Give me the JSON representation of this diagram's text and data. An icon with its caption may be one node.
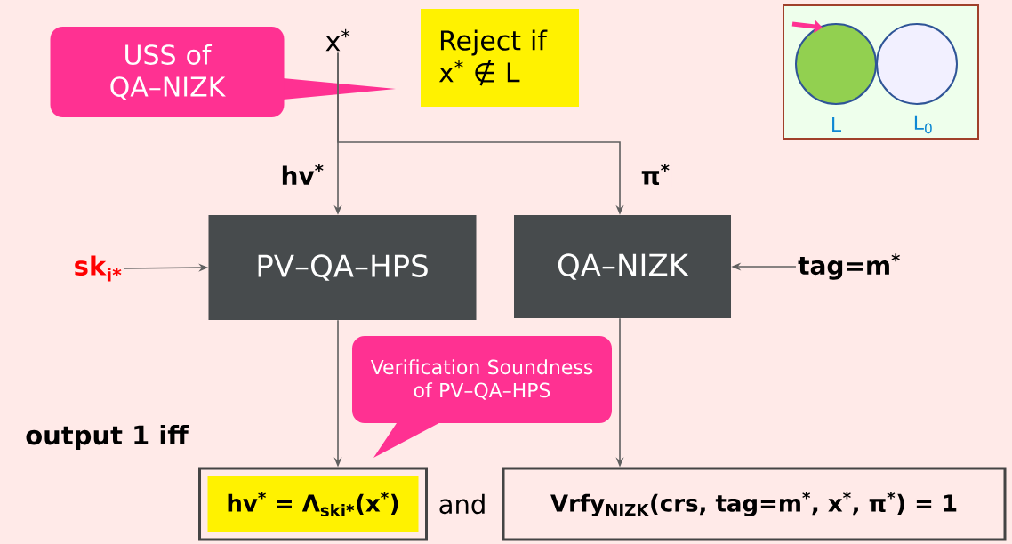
{
  "diagram": {
    "nodes": [
      {
        "text": [
          "USS of QA–NIZK"
        ]
      },
      {
        "text": [
          "x$^{*}$"
        ]
      },
      {
        "text": [
          "Reject if x$^{*}$ ∉ L"
        ]
      },
      {
        "text": [
          "sk$_{i*}$"
        ]
      },
      {
        "text": [
          "PV–QA–HPS"
        ]
      },
      {
        "text": [
          "QA–NIZK"
        ]
      },
      {
        "text": [
          "tag=m$^{*}$"
        ]
      },
      {
        "text": [
          "Verification Soundness of PV–QA–HPS"
        ]
      },
      {
        "text": [
          "hv$^{*}$ = Λ$_{ski*}$(x$^{*}$)"
        ]
      },
      {
        "text": [
          "Vrfy$_{NIZK}$(crs, tag=m$^{*}$, x$^{*}$, π$^{*}$) = 1"
        ]
      }
    ],
    "edges": [
      {
        "from": 1,
        "to": 4,
        "arrow": "to",
        "label": "hv$^{*}$"
      },
      {
        "from": 1,
        "to": 5,
        "arrow": "to",
        "label": "π$^{*}$"
      },
      {
        "from": 3,
        "to": 4,
        "arrow": "to"
      },
      {
        "from": 6,
        "to": 5,
        "arrow": "to"
      },
      {
        "from": 4,
        "to": 8,
        "arrow": "to"
      },
      {
        "from": 5,
        "to": 9,
        "arrow": "to"
      }
    ],
    "labels": [
      "output 1 iff",
      "and",
      "L",
      "L$_{0}$"
    ]
  }
}
